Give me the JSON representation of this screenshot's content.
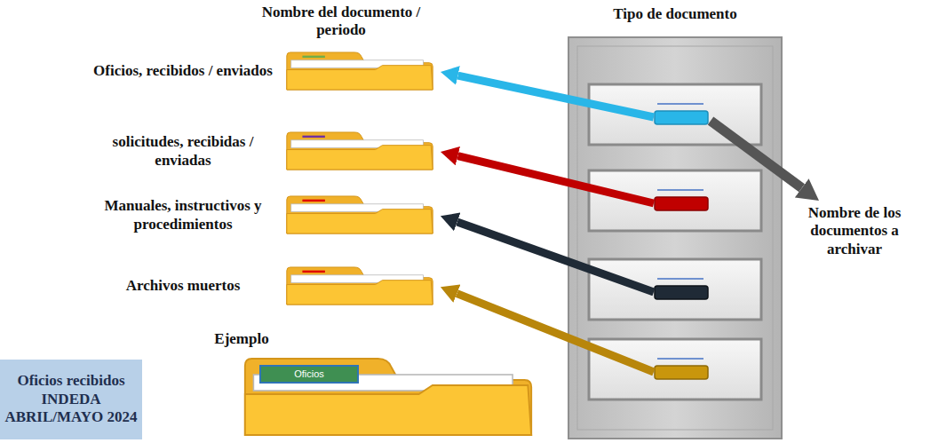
{
  "diagram": {
    "nodes": [
      {
        "text": [
          "Oficios, recibidos / enviados"
        ]
      },
      {
        "text": [
          "solicitudes, recibidas / enviadas"
        ]
      },
      {
        "text": [
          "Manuales, instructivos y procedimientos"
        ]
      },
      {
        "text": [
          "Archivos muertos"
        ]
      },
      {
        "text": [
          "Tipo de documento"
        ]
      },
      {
        "text": [
          "Nombre de los documentos a archivar"
        ]
      },
      {
        "text": [
          "Oficios recibidos INDEDA ABRIL/MAYO 2024"
        ]
      },
      {
        "text": [
          "Oficios"
        ]
      }
    ],
    "edges": [
      {
        "from": 4,
        "to": 0,
        "arrow": "to"
      },
      {
        "from": 4,
        "to": 1,
        "arrow": "to"
      },
      {
        "from": 4,
        "to": 2,
        "arrow": "to"
      },
      {
        "from": 4,
        "to": 3,
        "arrow": "to"
      },
      {
        "from": 4,
        "to": 5,
        "arrow": "to"
      }
    ],
    "labels": [
      "Nombre del documento / periodo",
      "Ejemplo"
    ]
  }
}
